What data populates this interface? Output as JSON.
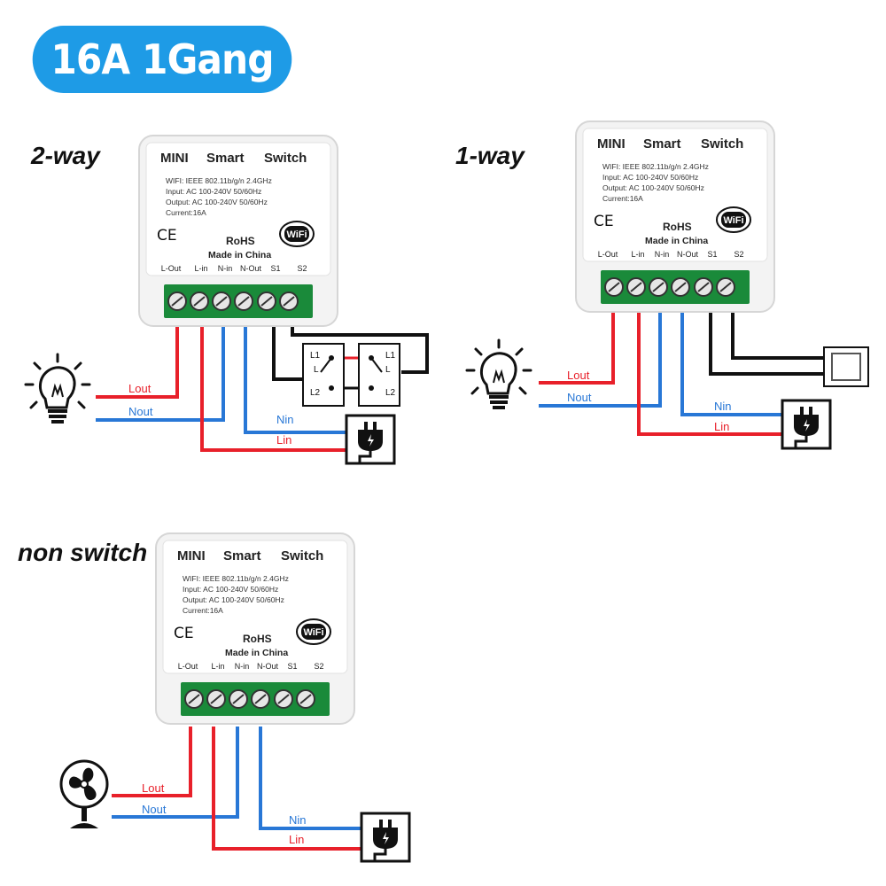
{
  "badge": {
    "text": "16A 1Gang",
    "color": "#1e9be6"
  },
  "sections": {
    "two_way": "2-way",
    "one_way": "1-way",
    "non_switch": "non switch"
  },
  "device": {
    "brand": [
      "MINI",
      "Smart",
      "Switch"
    ],
    "specs": [
      "WIFI: IEEE 802.11b/g/n 2.4GHz",
      "Input: AC 100-240V 50/60Hz",
      "Output: AC 100-240V 50/60Hz",
      "Current:16A"
    ],
    "ce": "CE",
    "rohs": "RoHS",
    "made_in": "Made in China",
    "wifi_logo": "WiFi",
    "terminals": [
      "L-Out",
      "L-in",
      "N-in",
      "N-Out",
      "S1",
      "S2"
    ]
  },
  "wires": {
    "lout_2way": "Lout",
    "nout_2way": "Nout",
    "nin_2way": "Nin",
    "lin_2way": "Lin",
    "lout_1way": "Lout",
    "nout_1way": "Nout",
    "nin_1way": "Nin",
    "lin_1way": "Lin",
    "lout_ns": "Lout",
    "nout_ns": "Nout",
    "nin_ns": "Nin",
    "lin_ns": "Lin"
  },
  "switch_labels": [
    "L1",
    "L",
    "L2"
  ],
  "icons": [
    "light-bulb-icon",
    "power-plug-icon",
    "wall-switch-icon",
    "fan-icon",
    "wifi-logo-icon"
  ],
  "colors": {
    "live": "#e8202a",
    "neutral": "#2877d6",
    "control": "#111111",
    "terminal": "#1a8a3a"
  }
}
